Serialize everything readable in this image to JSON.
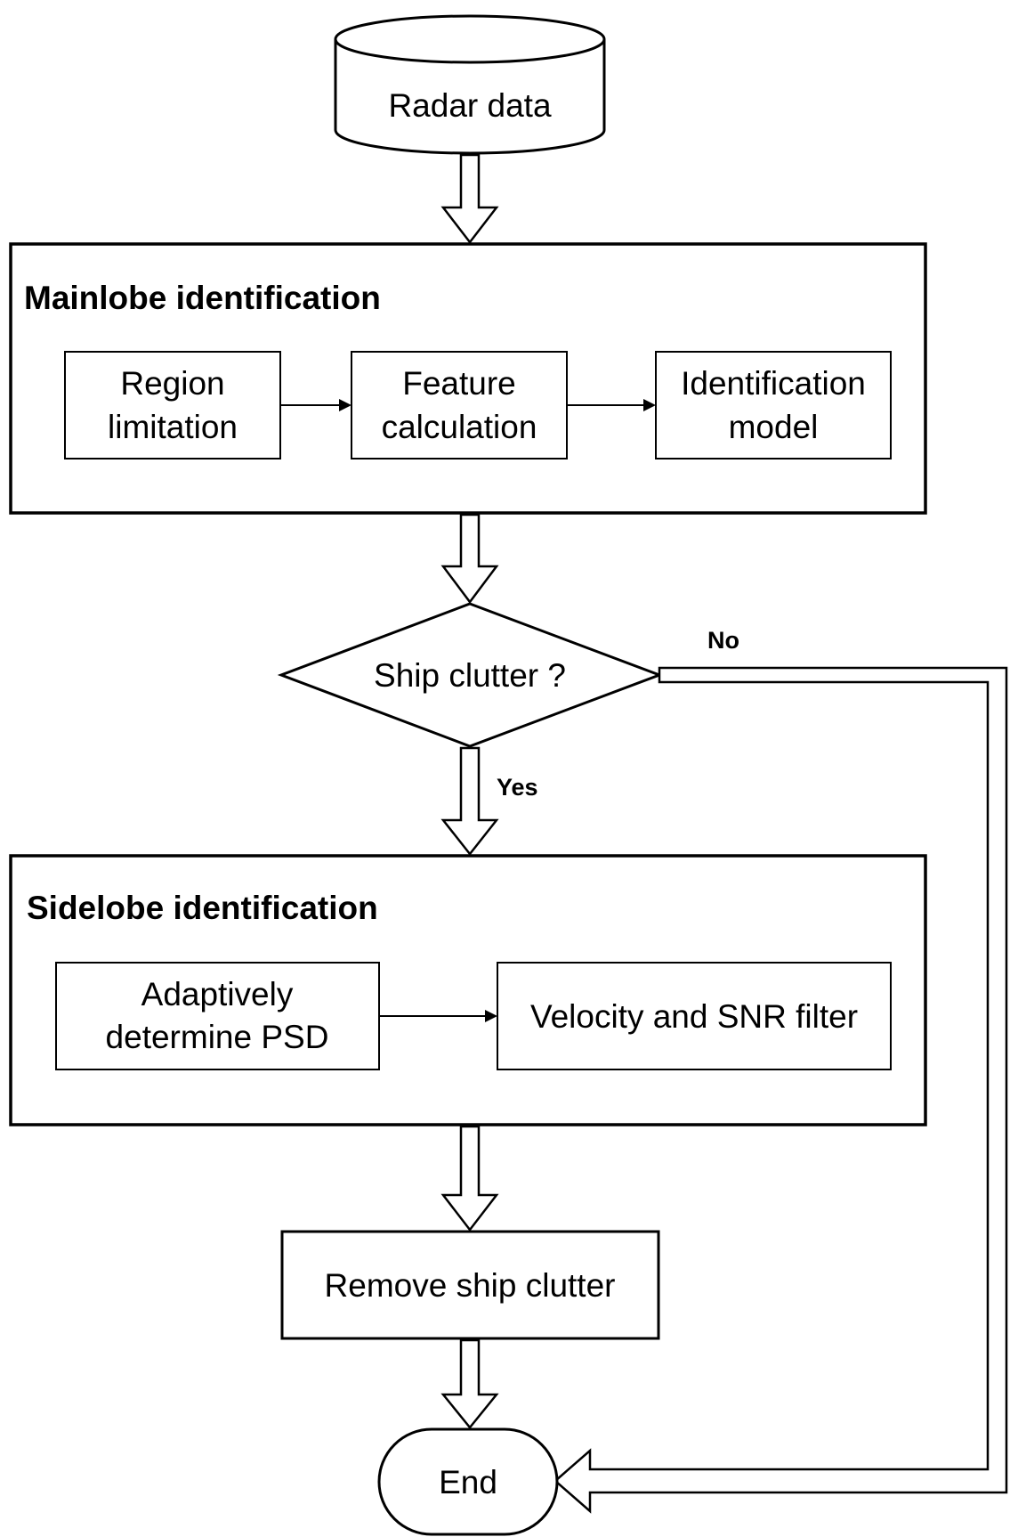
{
  "nodes": {
    "radar_data": "Radar data",
    "mainlobe_title": "Mainlobe identification",
    "region_limitation": [
      "Region",
      "limitation"
    ],
    "feature_calculation": [
      "Feature",
      "calculation"
    ],
    "identification_model": [
      "Identification",
      "model"
    ],
    "decision": "Ship clutter ?",
    "sidelobe_title": "Sidelobe identification",
    "adaptively_psd": [
      "Adaptively",
      "determine PSD"
    ],
    "velocity_snr": "Velocity and SNR filter",
    "remove_clutter": "Remove ship clutter",
    "end": "End"
  },
  "edges": {
    "no_label": "No",
    "yes_label": "Yes"
  }
}
